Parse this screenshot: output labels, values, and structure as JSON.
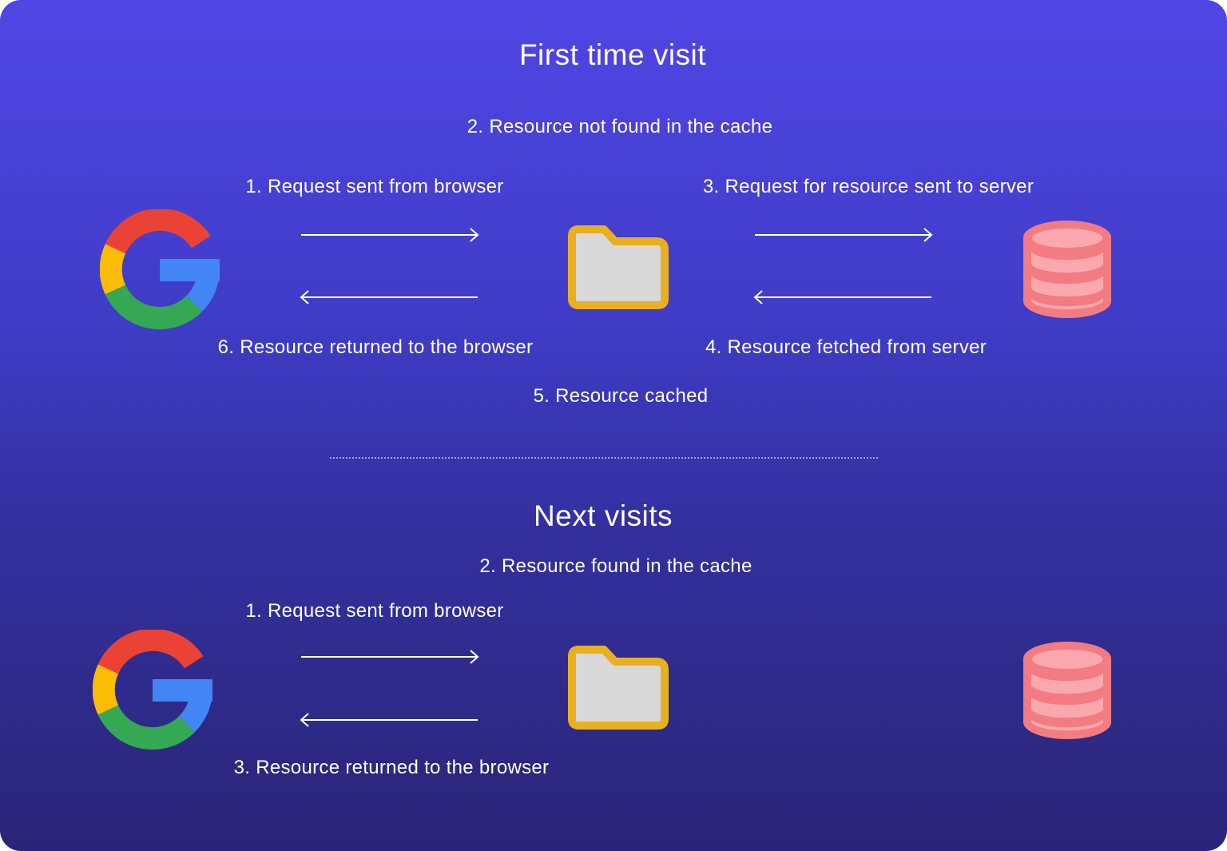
{
  "colors": {
    "background_top": "#5046e5",
    "background_bottom": "#2a2577",
    "folder_fill": "#d9d9d9",
    "folder_border": "#e8b021",
    "database_fill": "#f9a9ad",
    "database_border": "#f37c82",
    "google_red": "#ea4335",
    "google_yellow": "#fbbc05",
    "google_green": "#34a853",
    "google_blue": "#4285f4"
  },
  "first_visit": {
    "title": "First time visit",
    "step2": "2. Resource not found in the cache",
    "step1": "1. Request sent from browser",
    "step3": "3. Request for resource sent to server",
    "step6": "6. Resource returned to the browser",
    "step4": "4. Resource fetched from server",
    "step5": "5. Resource cached",
    "icons": [
      "google-browser-icon",
      "cache-folder-icon",
      "server-database-icon"
    ]
  },
  "next_visits": {
    "title": "Next visits",
    "step2": "2. Resource found in the cache",
    "step1": "1. Request sent from browser",
    "step3": "3. Resource returned to the browser",
    "icons": [
      "google-browser-icon",
      "cache-folder-icon",
      "server-database-icon"
    ]
  }
}
